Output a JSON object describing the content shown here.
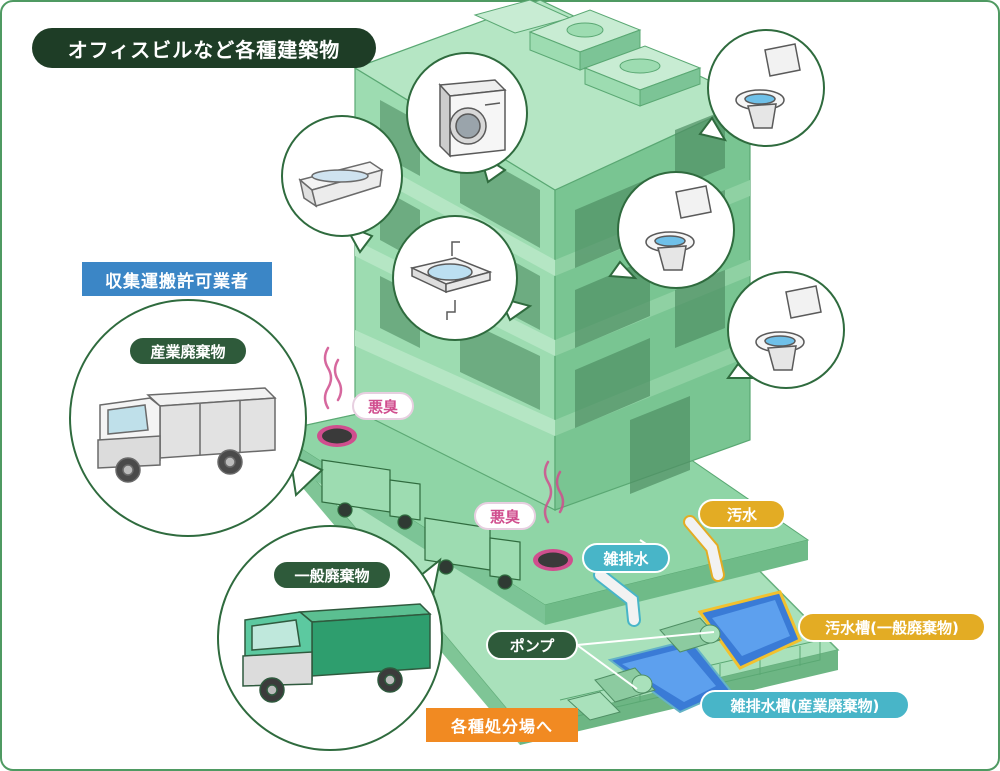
{
  "title": "オフィスビルなど各種建築物",
  "collector_label": "収集運搬許可業者",
  "industrial_waste_label": "産業廃棄物",
  "general_waste_label": "一般廃棄物",
  "odor_labels": [
    "悪臭",
    "悪臭"
  ],
  "sewage_label": "汚水",
  "miscellaneous_drainage_label": "雑排水",
  "pump_label": "ポンプ",
  "sewage_tank_label": "汚水槽(一般廃棄物)",
  "drainage_tank_label": "雑排水槽(産業廃棄物)",
  "disposal_label": "各種処分場へ",
  "icons": [
    "washing-machine-icon",
    "bathtub-icon",
    "sink-icon",
    "toilet-icon",
    "toilet-icon",
    "toilet-icon",
    "truck-icon"
  ],
  "colors": {
    "building_green": "#7fcf98",
    "dark_green": "#1e3d26",
    "blue_label": "#3b86c6",
    "teal_label": "#48b5c8",
    "yellow_label": "#e3ac24",
    "orange_label": "#f18a22",
    "odor_pink": "#d04e8e",
    "border_green": "#2f6b3e"
  }
}
